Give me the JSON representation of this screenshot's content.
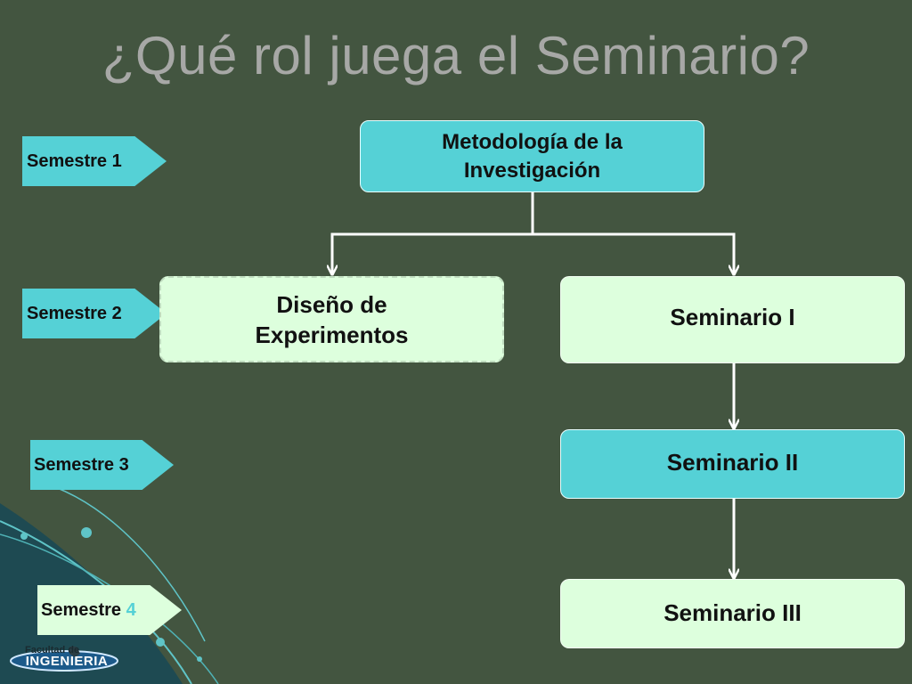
{
  "title": "¿Qué rol juega el Seminario?",
  "semesters": [
    {
      "prefix": "Semestre",
      "number": "1"
    },
    {
      "prefix": "Semestre",
      "number": "2"
    },
    {
      "prefix": "Semestre",
      "number": "3"
    },
    {
      "prefix": "Semestre",
      "number": "4"
    }
  ],
  "boxes": {
    "metodologia": {
      "line1": "Metodología de la",
      "line2": "Investigación"
    },
    "diseno": {
      "line1": "Diseño de",
      "line2": "Experimentos"
    },
    "seminario1": "Seminario I",
    "seminario2": "Seminario II",
    "seminario3": "Seminario III"
  },
  "logo": {
    "small": "Facultad de",
    "big": "INGENIERIA"
  },
  "colors": {
    "background": "#435540",
    "cyan_box": "#55d1d6",
    "mint_box": "#ddffdd",
    "title_text": "#a7a8a6",
    "semester_4_highlight": "#55d1d6"
  }
}
